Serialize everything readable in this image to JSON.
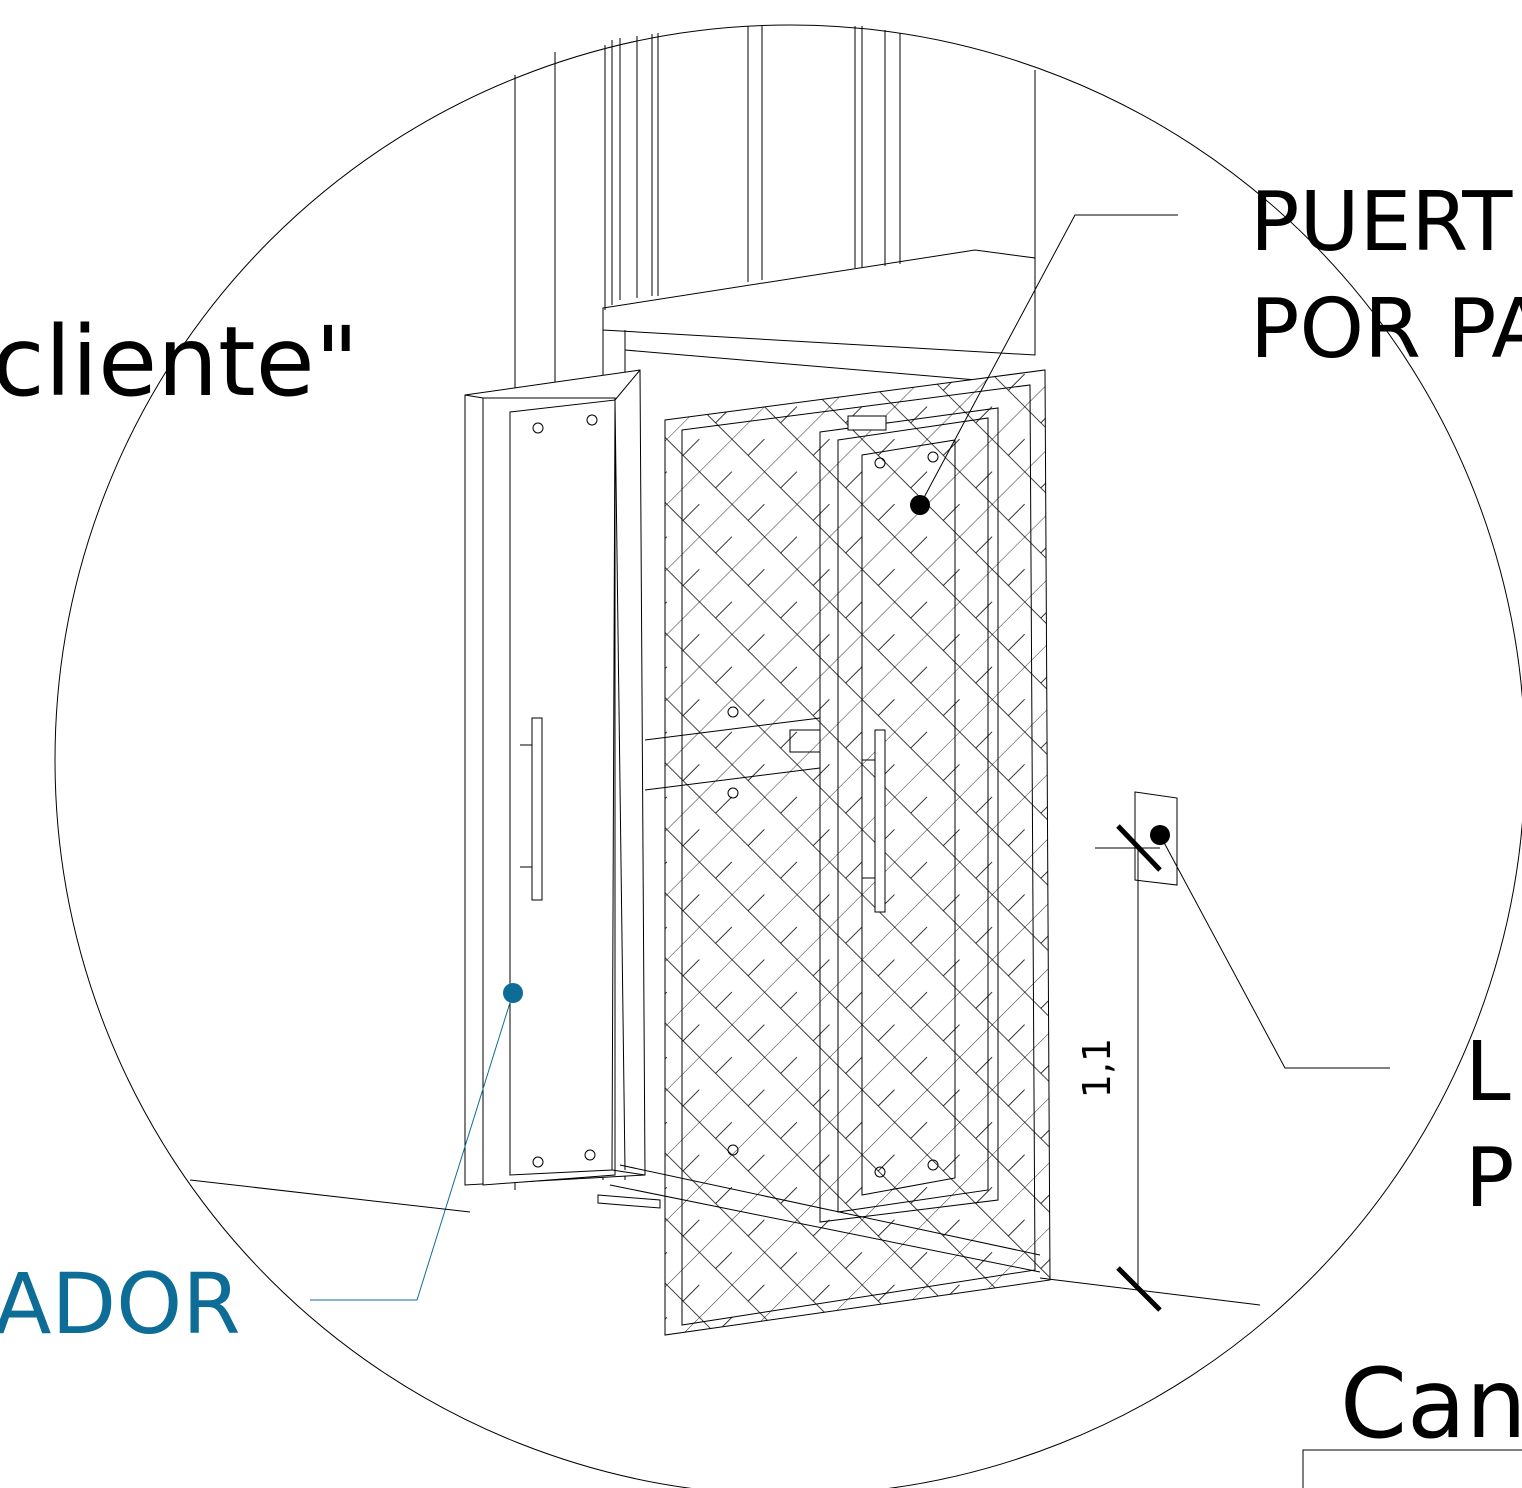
{
  "labels": {
    "cliente": "cliente\"",
    "puerta_line1": "PUERT",
    "puerta_line2": "POR PA",
    "pulsador": "ADOR",
    "right_line1": "L",
    "right_line2": "P",
    "canal": "Can",
    "dimension": "1,1"
  },
  "colors": {
    "line": "#000000",
    "accent": "#0d6d96",
    "background": "#ffffff"
  },
  "icons": {
    "marker_dot": "filled-circle"
  }
}
